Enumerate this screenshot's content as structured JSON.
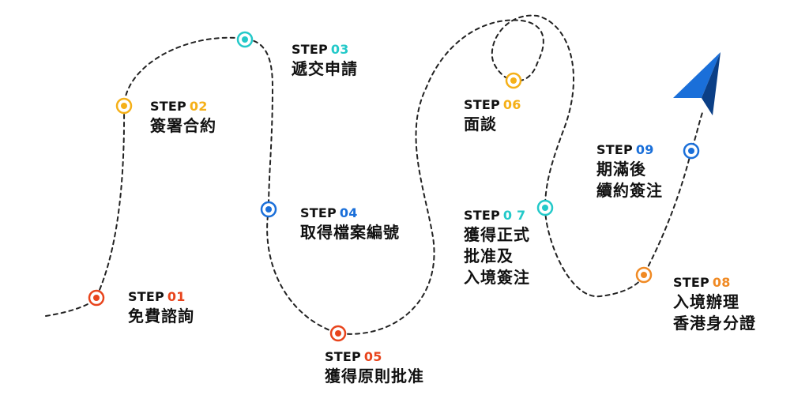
{
  "steps": [
    {
      "id": "s01",
      "step_word": "STEP",
      "number": "01",
      "number_color": "#e8441c",
      "lines": [
        "免費諮詢"
      ]
    },
    {
      "id": "s02",
      "step_word": "STEP",
      "number": "02",
      "number_color": "#f5b018",
      "lines": [
        "簽署合約"
      ]
    },
    {
      "id": "s03",
      "step_word": "STEP",
      "number": "03",
      "number_color": "#23c9c9",
      "lines": [
        "遞交申請"
      ]
    },
    {
      "id": "s04",
      "step_word": "STEP",
      "number": "04",
      "number_color": "#1a6fd9",
      "lines": [
        "取得檔案編號"
      ]
    },
    {
      "id": "s05",
      "step_word": "STEP",
      "number": "05",
      "number_color": "#e8441c",
      "lines": [
        "獲得原則批准"
      ]
    },
    {
      "id": "s06",
      "step_word": "STEP",
      "number": "06",
      "number_color": "#f5b018",
      "lines": [
        "面談"
      ]
    },
    {
      "id": "s07",
      "step_word": "STEP",
      "number": "0 7",
      "number_color": "#23c9c9",
      "lines": [
        "獲得正式",
        "批准及",
        "入境簽注"
      ]
    },
    {
      "id": "s08",
      "step_word": "STEP",
      "number": "08",
      "number_color": "#f08a24",
      "lines": [
        "入境辦理",
        "香港身分證"
      ]
    },
    {
      "id": "s09",
      "step_word": "STEP",
      "number": "09",
      "number_color": "#1a6fd9",
      "lines": [
        "期滿後",
        "續約簽注"
      ]
    }
  ],
  "markers": [
    {
      "step": "01",
      "color": "#e8441c"
    },
    {
      "step": "02",
      "color": "#f5b018"
    },
    {
      "step": "03",
      "color": "#23c9c9"
    },
    {
      "step": "04",
      "color": "#1a6fd9"
    },
    {
      "step": "05",
      "color": "#e8441c"
    },
    {
      "step": "06",
      "color": "#f5b018"
    },
    {
      "step": "07",
      "color": "#23c9c9"
    },
    {
      "step": "08",
      "color": "#f08a24"
    },
    {
      "step": "09",
      "color": "#1a6fd9"
    }
  ],
  "path_color": "#222222",
  "plane_color": "#1a6fd9",
  "plane_shadow_color": "#0b3f86"
}
